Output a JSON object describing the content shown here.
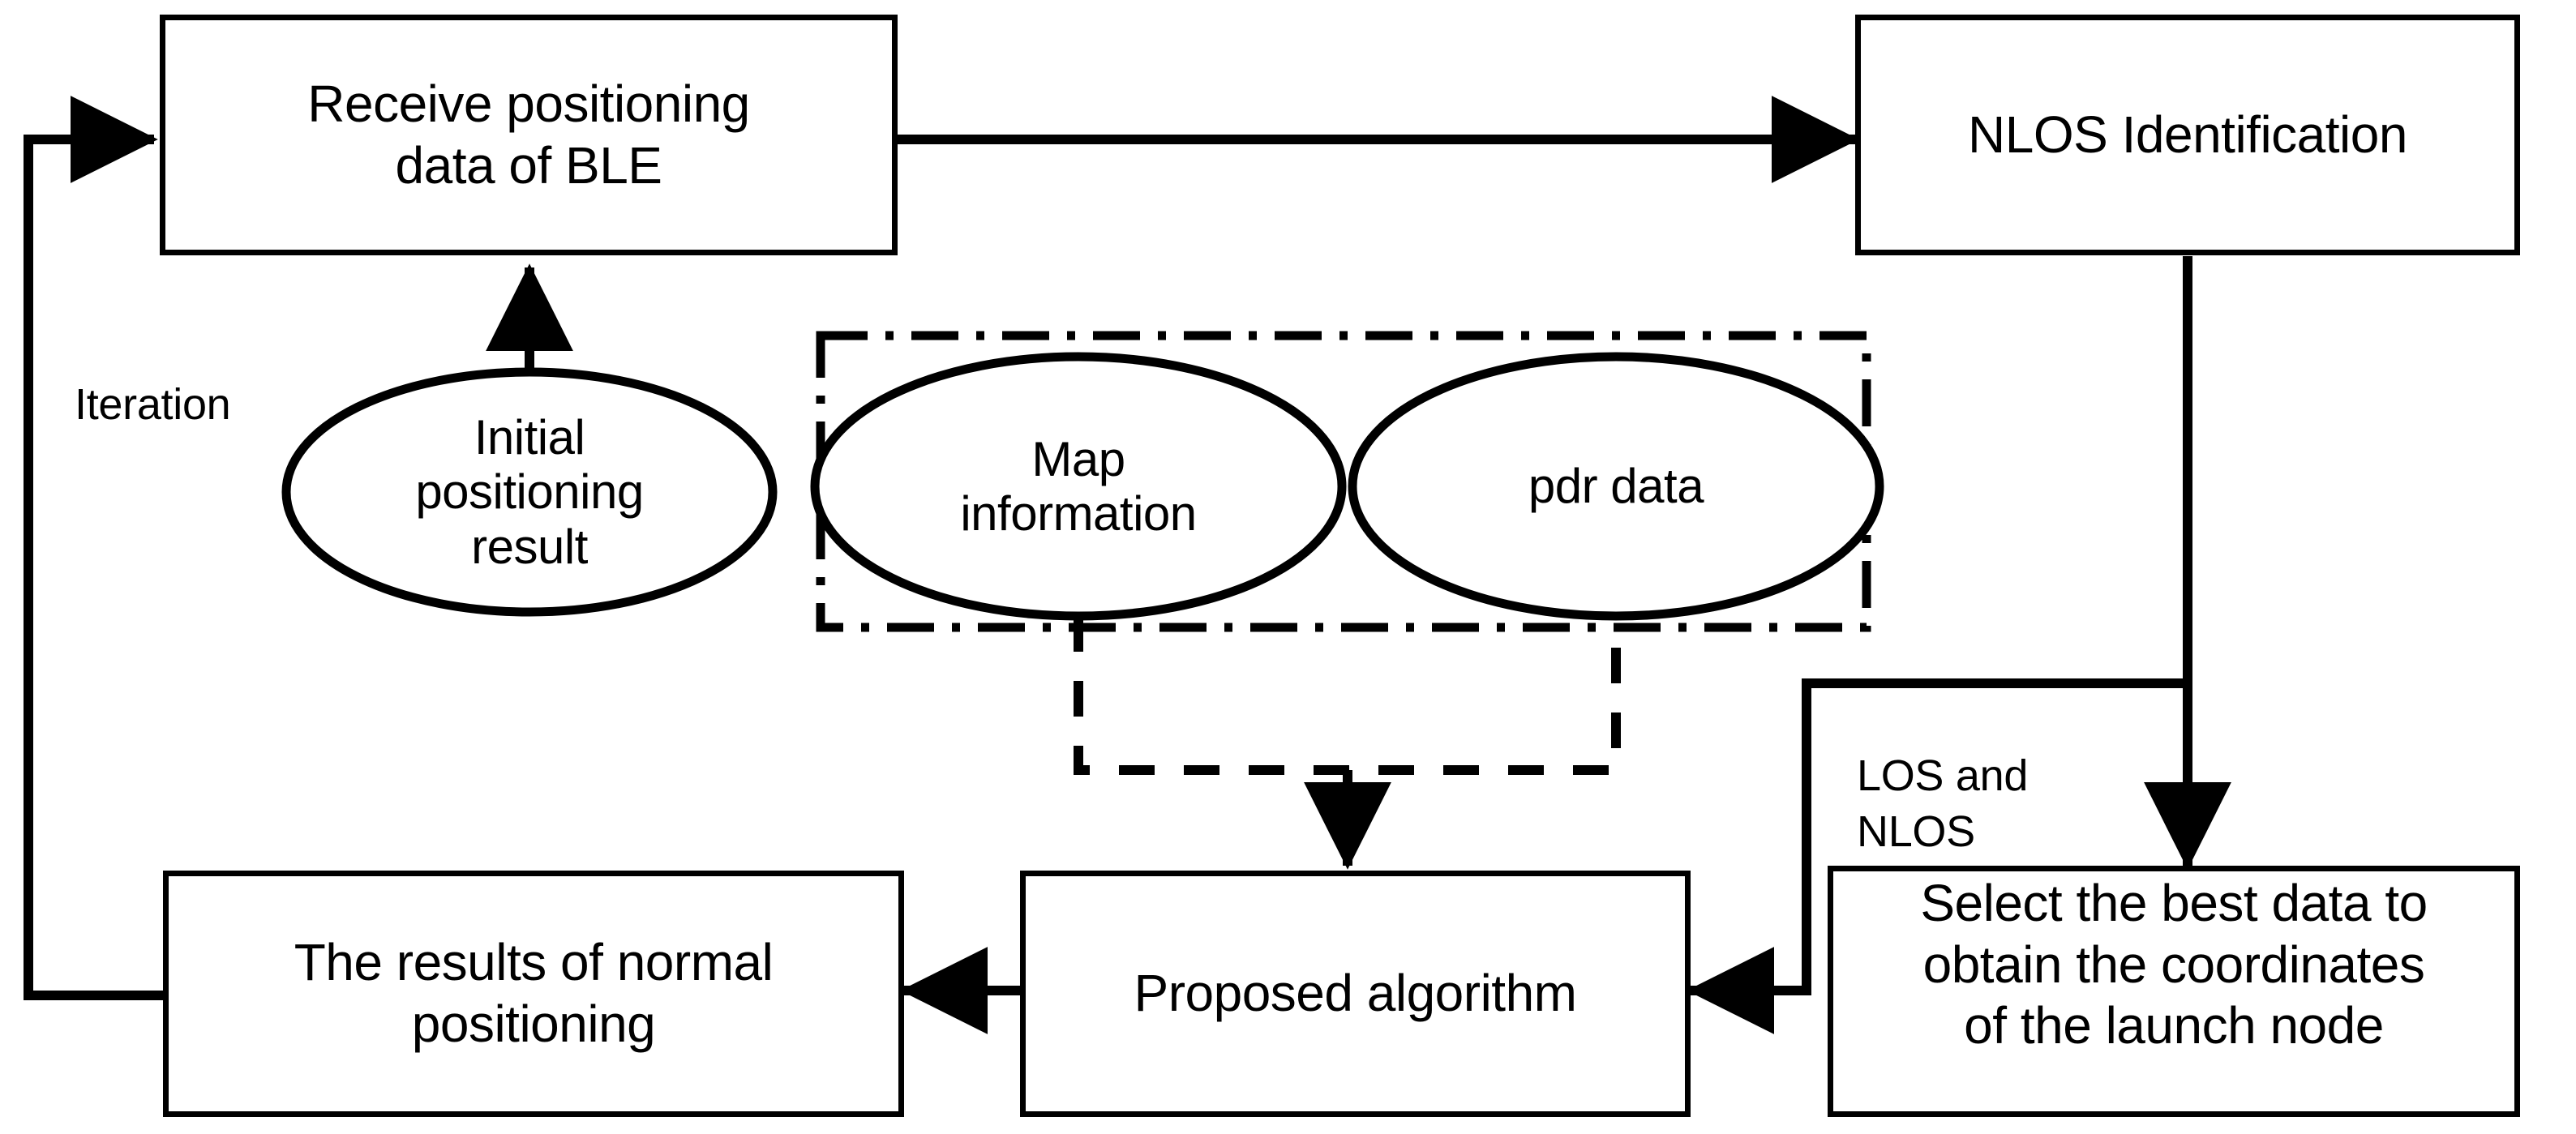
{
  "diagram": {
    "title": "BLE positioning iteration flowchart",
    "stroke_color": "#000000",
    "background_color": "#ffffff",
    "nodes": {
      "receive_ble": {
        "label": "Receive positioning\ndata of BLE",
        "shape": "rectangle"
      },
      "nlos_identification": {
        "label": "NLOS Identification",
        "shape": "rectangle"
      },
      "initial_result": {
        "label": "Initial\npositioning\nresult",
        "shape": "ellipse"
      },
      "map_information": {
        "label": "Map\ninformation",
        "shape": "ellipse"
      },
      "pdr_data": {
        "label": "pdr data",
        "shape": "ellipse"
      },
      "proposed_algorithm": {
        "label": "Proposed algorithm",
        "shape": "rectangle"
      },
      "normal_results": {
        "label": "The  results of normal\npositioning",
        "shape": "rectangle"
      },
      "select_best": {
        "label": "Select the best data to\nobtain the coordinates\nof the launch node",
        "shape": "rectangle"
      }
    },
    "edge_labels": {
      "iteration": "Iteration",
      "los_and_nlos": "LOS and\nNLOS"
    },
    "groups": {
      "data_sources": {
        "border_style": "dash-dot",
        "members": [
          "map_information",
          "pdr_data"
        ]
      },
      "merge_bracket": {
        "border_style": "dashed"
      }
    },
    "edges": [
      {
        "from": "receive_ble",
        "to": "nlos_identification",
        "style": "solid",
        "arrow": true
      },
      {
        "from": "nlos_identification",
        "to": "select_best",
        "style": "solid",
        "arrow": true,
        "label": "LOS and\nNLOS"
      },
      {
        "from": "initial_result",
        "to": "receive_ble",
        "style": "solid",
        "arrow": true
      },
      {
        "from": "data_sources",
        "to": "proposed_algorithm",
        "style": "dashed-to-solid",
        "arrow": true
      },
      {
        "from": "select_best",
        "to": "proposed_algorithm",
        "style": "solid",
        "arrow": true
      },
      {
        "from": "proposed_algorithm",
        "to": "normal_results",
        "style": "solid",
        "arrow": true
      },
      {
        "from": "normal_results",
        "to": "receive_ble",
        "style": "solid",
        "arrow": true,
        "label": "Iteration"
      }
    ]
  }
}
